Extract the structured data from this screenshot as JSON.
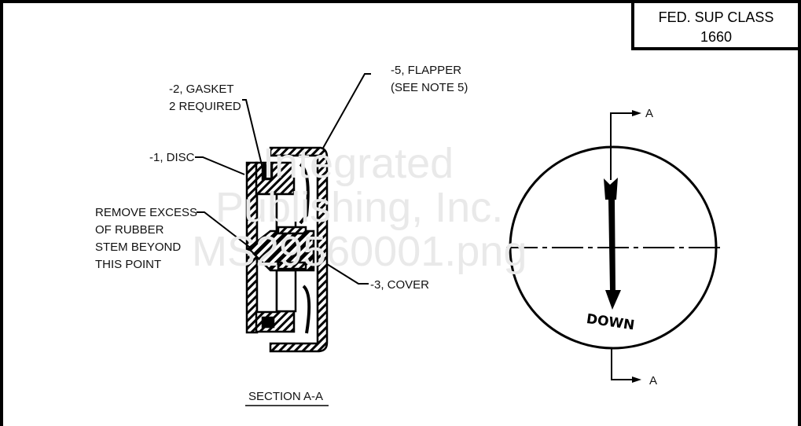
{
  "title_block": {
    "line1": "FED. SUP CLASS",
    "line2": "1660"
  },
  "callouts": {
    "flapper": [
      "-5, FLAPPER",
      "(SEE NOTE 5)"
    ],
    "gasket": [
      "-2, GASKET",
      "2 REQUIRED"
    ],
    "disc": "-1, DISC",
    "remove": [
      "REMOVE EXCESS",
      "OF RUBBER",
      "STEM BEYOND",
      "THIS POINT"
    ],
    "cover": "-3, COVER"
  },
  "section_caption": "SECTION A-A",
  "front_view": {
    "arrow_label": "DOWN",
    "section_mark_top": "A",
    "section_mark_bottom": "A"
  },
  "watermark": [
    "Integrated",
    "Publishing, Inc.",
    "MS29560001.png"
  ]
}
